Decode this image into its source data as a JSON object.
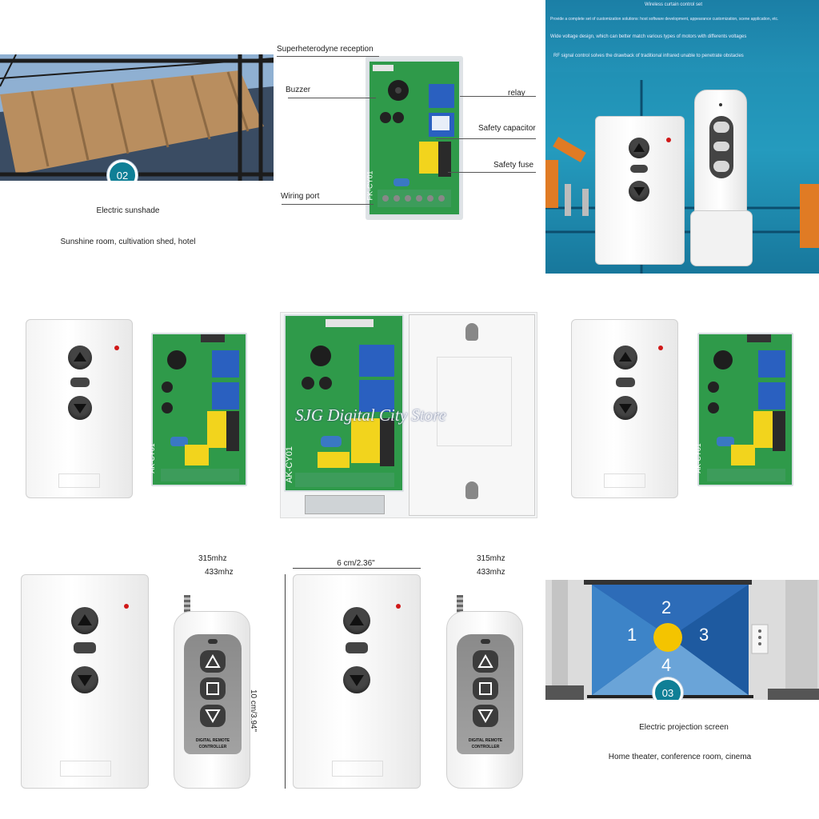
{
  "panel_sunshade": {
    "badge": "02",
    "title": "Electric sunshade",
    "subtitle": "Sunshine room, cultivation shed, hotel"
  },
  "panel_pcb_callouts": {
    "superheterodyne": "Superheterodyne reception",
    "buzzer": "Buzzer",
    "relay": "relay",
    "safety_capacitor": "Safety capacitor",
    "safety_fuse": "Safety fuse",
    "wiring_port": "Wiring port",
    "pcb_label": "FK-CY01"
  },
  "panel_features": {
    "line1": "Wireless curtain control set",
    "line2": "Provide a complete set of customization solutions: host software development, appearance customization, scene application, etc.",
    "line3": "Wide voltage design, which can better match various types of motors with differents voltages",
    "line4": "RF signal control solves the drawback of traditional infrared unable to penetrate obstacles"
  },
  "row2": {
    "pcb_label": "AK-CY01",
    "watermark": "SJG Digital City Store"
  },
  "row3": {
    "freq1_a": "315mhz",
    "freq1_b": "433mhz",
    "freq2_a": "315mhz",
    "freq2_b": "433mhz",
    "width_label": "6 cm/2.36\"",
    "height_label": "10 cm/3.94\"",
    "remote_brand_line1": "DIGITAL REMOTE",
    "remote_brand_line2": "CONTROLLER"
  },
  "panel_projector": {
    "badge": "03",
    "title": "Electric projection screen",
    "subtitle": "Home theater, conference room, cinema",
    "num1": "1",
    "num2": "2",
    "num3": "3",
    "num4": "4"
  },
  "colors": {
    "accent": "#0f7f96",
    "pcb_green": "#2f9a4a",
    "led_red": "#d01818"
  }
}
